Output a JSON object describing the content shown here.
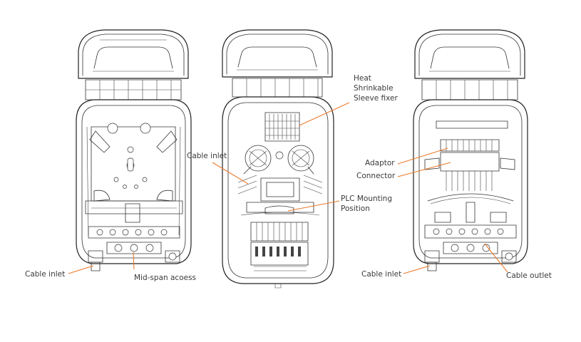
{
  "colors": {
    "callout": "#ec7a2c",
    "outline": "#222222",
    "label_text": "#3a3a3a",
    "background": "#ffffff"
  },
  "labels": {
    "left_cable_inlet": "Cable inlet",
    "mid_span_access": "Mid-span acoess",
    "center_cable_inlet": "Cable inlet",
    "heat_line1": "Heat",
    "heat_line2": "Shrinkable",
    "heat_line3": "Sleeve fixer",
    "plc_line1": "PLC Mounting",
    "plc_line2": "Position",
    "adaptor": "Adaptor",
    "connector": "Connector",
    "right_cable_inlet": "Cable inlet",
    "cable_outlet": "Cable outlet"
  }
}
